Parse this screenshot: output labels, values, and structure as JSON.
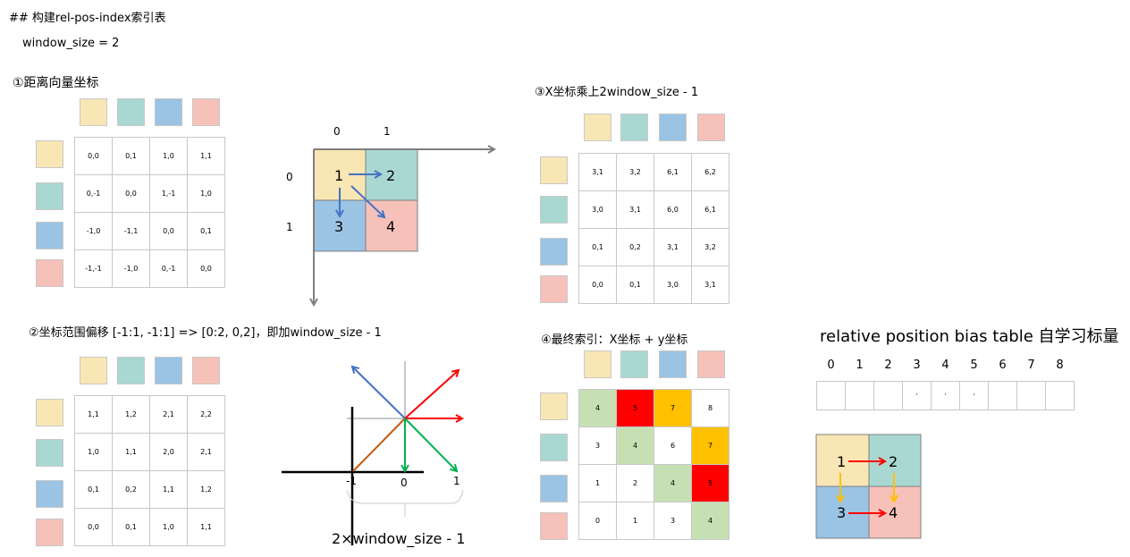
{
  "title": "## 构建rel-pos-index索引表",
  "window_size_label": "window_size = 2",
  "colors": {
    "yellow": "#f8e6b4",
    "teal": "#a9d8d2",
    "blue": "#9ac3e4",
    "pink": "#f6c1b9",
    "green": "#c6e0b4",
    "red": "#ff0000",
    "gold": "#ffc000",
    "white": "#ffffff"
  },
  "sections": {
    "s1": "①距离向量坐标",
    "s2": "②坐标范围偏移 [-1:1, -1:1] => [0:2, 0,2]，即加window_size - 1",
    "s3": "③X坐标乘上2window_size - 1",
    "s4": "④最终索引：X坐标 + y坐标",
    "bias_title": "relative position bias table 自学习标量"
  },
  "matrices": {
    "m1": [
      [
        "0,0",
        "0,1",
        "1,0",
        "1,1"
      ],
      [
        "0,-1",
        "0,0",
        "1,-1",
        "1,0"
      ],
      [
        "-1,0",
        "-1,1",
        "0,0",
        "0,1"
      ],
      [
        "-1,-1",
        "-1,0",
        "0,-1",
        "0,0"
      ]
    ],
    "m2": [
      [
        "1,1",
        "1,2",
        "2,1",
        "2,2"
      ],
      [
        "1,0",
        "1,1",
        "2,0",
        "2,1"
      ],
      [
        "0,1",
        "0,2",
        "1,1",
        "1,2"
      ],
      [
        "0,0",
        "0,1",
        "1,0",
        "1,1"
      ]
    ],
    "m3": [
      [
        "3,1",
        "3,2",
        "6,1",
        "6,2"
      ],
      [
        "3,0",
        "3,1",
        "6,0",
        "6,1"
      ],
      [
        "0,1",
        "0,2",
        "3,1",
        "3,2"
      ],
      [
        "0,0",
        "0,1",
        "3,0",
        "3,1"
      ]
    ],
    "m4": [
      [
        "4",
        "5",
        "7",
        "8"
      ],
      [
        "3",
        "4",
        "6",
        "7"
      ],
      [
        "1",
        "2",
        "4",
        "5"
      ],
      [
        "0",
        "1",
        "3",
        "4"
      ]
    ],
    "m4_fill": [
      [
        "green",
        "red",
        "gold",
        "white"
      ],
      [
        "white",
        "green",
        "white",
        "gold"
      ],
      [
        "white",
        "white",
        "green",
        "red"
      ],
      [
        "white",
        "white",
        "white",
        "green"
      ]
    ]
  },
  "grid1": {
    "col_labels": [
      "0",
      "1"
    ],
    "row_labels": [
      "0",
      "1"
    ],
    "cells": [
      "1",
      "2",
      "3",
      "4"
    ]
  },
  "axes2": {
    "ticks": [
      "-1",
      "0",
      "1"
    ],
    "brace_label": "2×window_size - 1"
  },
  "bias": {
    "indices": [
      "0",
      "1",
      "2",
      "3",
      "4",
      "5",
      "6",
      "7",
      "8"
    ],
    "cells": [
      "",
      "",
      "",
      "·",
      "·",
      "·",
      "",
      "",
      ""
    ]
  },
  "grid2": {
    "cells": [
      "1",
      "2",
      "3",
      "4"
    ]
  }
}
